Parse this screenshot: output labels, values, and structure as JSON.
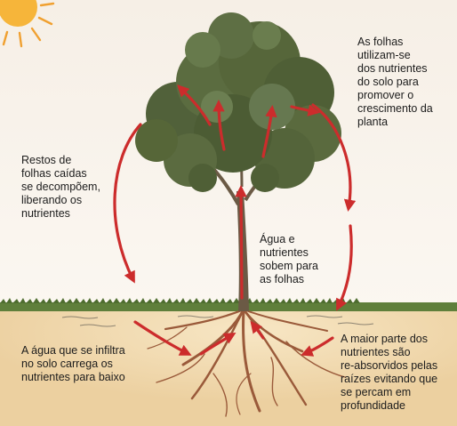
{
  "captions": {
    "leaves_use_nutrients": [
      "As folhas",
      "utilizam-se",
      "dos nutrientes",
      "do solo para",
      "promover o",
      "crescimento da",
      "planta"
    ],
    "fallen_leaves_decompose": [
      "Restos de",
      "folhas caídas",
      "se decompõem,",
      "liberando os",
      "nutrientes"
    ],
    "water_rises": [
      "Água e",
      "nutrientes",
      "sobem para",
      "as folhas"
    ],
    "water_infiltrates": [
      "A água que se infiltra",
      "no solo carrega os",
      "nutrientes para baixo"
    ],
    "roots_reabsorb": [
      "A maior parte dos",
      "nutrientes são",
      "re-absorvidos pelas",
      "raízes evitando que",
      "se percam em",
      "profundidade"
    ]
  },
  "colors": {
    "sky_top": "#f6efe6",
    "sky_bottom": "#fbf7f1",
    "soil": "#f0d6a8",
    "grass": "#5f7f3b",
    "foliage": "#56663a",
    "trunk": "#6b5a45",
    "roots": "#9a5a3a",
    "arrow": "#cc2c2c",
    "sun": "#f6b53a"
  }
}
